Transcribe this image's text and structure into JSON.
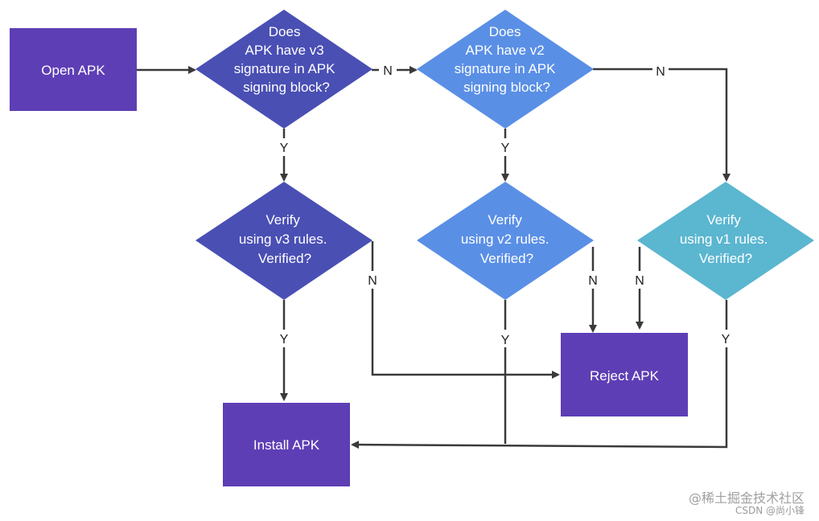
{
  "colors": {
    "box": "#5e3eb5",
    "diamond_v3": "#4a4fb4",
    "diamond_v2": "#5a8fe6",
    "diamond_v1": "#5bb6d0",
    "arrow": "#3a3a3a"
  },
  "nodes": {
    "open": "Open APK",
    "check_v3": [
      "Does",
      "APK have v3",
      "signature in APK",
      "signing block?"
    ],
    "check_v2": [
      "Does",
      "APK have v2",
      "signature in APK",
      "signing block?"
    ],
    "verify_v3": [
      "Verify",
      "using v3 rules.",
      "Verified?"
    ],
    "verify_v2": [
      "Verify",
      "using v2 rules.",
      "Verified?"
    ],
    "verify_v1": [
      "Verify",
      "using v1 rules.",
      "Verified?"
    ],
    "reject": "Reject APK",
    "install": "Install APK"
  },
  "edge_labels": {
    "no": "N",
    "yes": "Y"
  },
  "watermark": {
    "line1": "@稀土掘金技术社区",
    "line2": "CSDN @尚小锋"
  }
}
